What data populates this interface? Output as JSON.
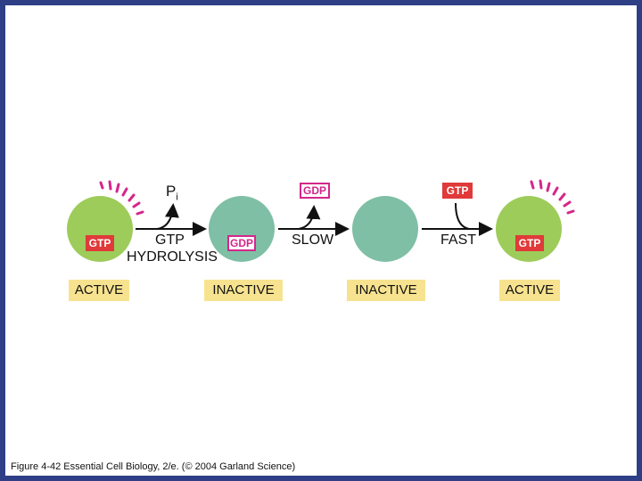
{
  "diagram": {
    "stages": [
      {
        "state": "ACTIVE",
        "nucleotide": "GTP"
      },
      {
        "state": "INACTIVE",
        "nucleotide": "GDP"
      },
      {
        "state": "INACTIVE",
        "nucleotide": ""
      },
      {
        "state": "ACTIVE",
        "nucleotide": "GTP"
      }
    ],
    "transitions": [
      {
        "released": "P",
        "released_subscript": "i",
        "label_line1": "GTP",
        "label_line2": "HYDROLYSIS"
      },
      {
        "released": "GDP",
        "label": "SLOW"
      },
      {
        "added": "GTP",
        "label": "FAST"
      }
    ],
    "colors": {
      "active_circle": "#9dcc5a",
      "inactive_circle": "#7fbfa5",
      "gtp_tag": "#e03a3a",
      "gdp_tag": "#d4268a",
      "state_box": "#f7e38f",
      "activity_marks": "#d4268a",
      "frame": "#2f3f86"
    }
  },
  "caption": "Figure 4-42 Essential Cell Biology, 2/e. (© 2004 Garland Science)"
}
